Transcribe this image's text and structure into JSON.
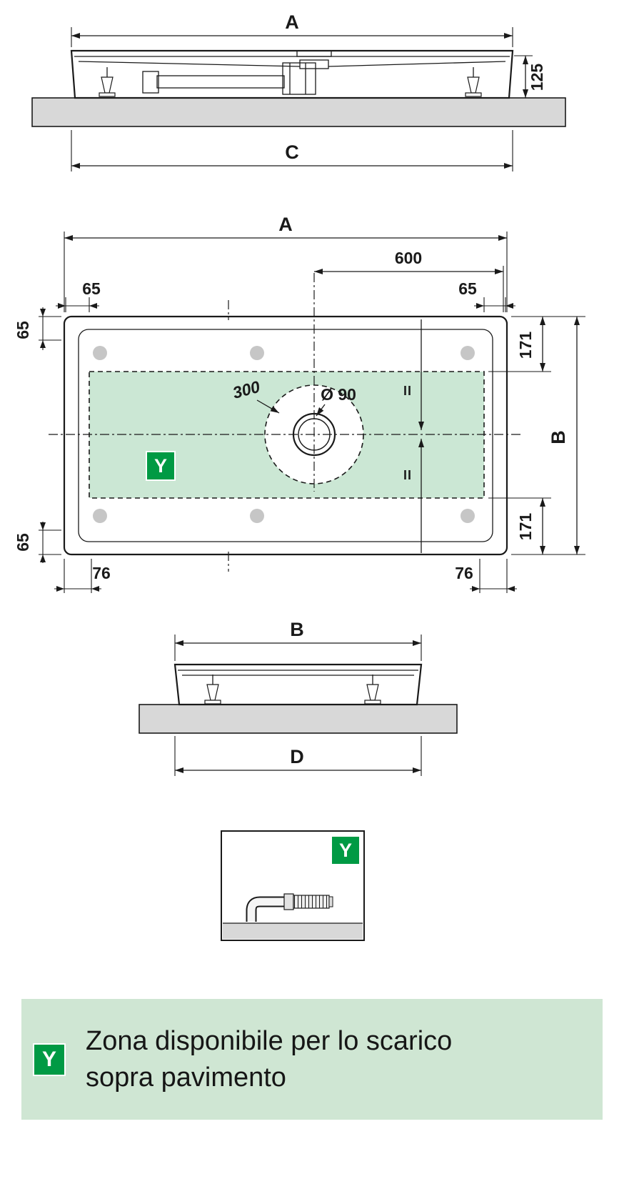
{
  "colors": {
    "green": "#009a44",
    "zone": "#cbe7d4",
    "legend_bg": "#cfe6d3",
    "floor": "#d8d8d8",
    "line": "#1a1a1a"
  },
  "labels": {
    "dim_a": "A",
    "dim_b": "B",
    "dim_c": "C",
    "dim_d": "D",
    "dim_125": "125",
    "dim_600": "600",
    "dim_65": "65",
    "dim_171": "171",
    "dim_76": "76",
    "dim_300": "300",
    "dim_d90": "Ø 90",
    "equal": "II",
    "y_badge": "Y"
  },
  "legend": {
    "badge": "Y",
    "line1": "Zona disponibile per lo scarico",
    "line2": "sopra pavimento"
  }
}
